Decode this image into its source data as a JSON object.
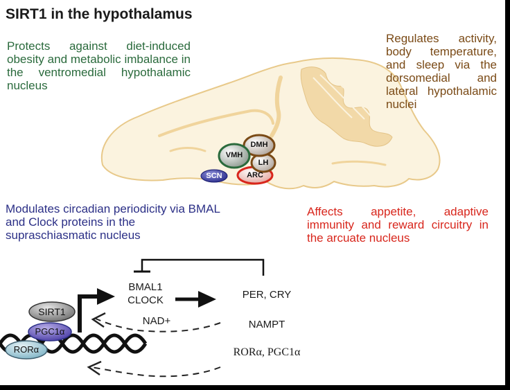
{
  "title": "SIRT1 in the hypothalamus",
  "notes": {
    "vmh": "Protects against diet-induced obesity and metabolic imbalance in the ventromedial hypothalamic nucleus",
    "dmh_lh": "Regulates activity, body temperature, and sleep via the dorsomedial and lateral hypothalamic nuclei",
    "scn": "Modulates circadian periodicity via BMAL and Clock proteins in the supraschiasmatic nucleus",
    "arc": "Affects appetite, adaptive immunity and reward circuitry in the arcuate nucleus"
  },
  "nuclei": {
    "vmh": "VMH",
    "dmh": "DMH",
    "lh": "LH",
    "arc": "ARC",
    "scn": "SCN"
  },
  "pathway": {
    "bmal1": "BMAL1",
    "clock": "CLOCK",
    "per_cry": "PER, CRY",
    "nad": "NAD+",
    "nampt": "NAMPT",
    "ror_pgc": "RORα, PGC1α"
  },
  "complex": {
    "sirt1": "SIRT1",
    "pgc1a": "PGC1α",
    "rora": "RORα"
  },
  "colors": {
    "brain_fill": "#fbf3df",
    "brain_stroke": "#e8c98a",
    "green": "#2a6a3c",
    "brown": "#7a4a16",
    "navy": "#2b2f86",
    "red": "#d8261c"
  }
}
